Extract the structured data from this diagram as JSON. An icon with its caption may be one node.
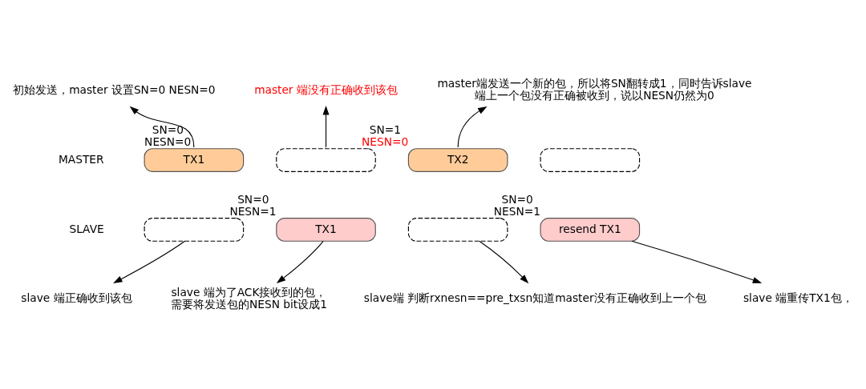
{
  "diagram": {
    "nodes": [
      {
        "text": [
          "初始发送，master 设置SN=0 NESN=0"
        ]
      },
      {
        "text": [
          "master 端没有正确收到该包"
        ]
      },
      {
        "text": [
          "master端发送一个新的包，所以将SN翻转成1，同时告诉slave 端上一个包没有正确被收到，说以NESN仍然为0"
        ]
      },
      {
        "text": [
          "TX1"
        ],
        "beside": [
          "SN=0 NESN=0"
        ]
      },
      {
        "text": [],
        "shape": "box"
      },
      {
        "text": [
          "TX2"
        ],
        "beside": [
          "SN=1",
          "NESN=0"
        ]
      },
      {
        "text": [],
        "shape": "box"
      },
      {
        "text": [],
        "shape": "box"
      },
      {
        "text": [
          "TX1"
        ],
        "beside": [
          "SN=0 NESN=1"
        ]
      },
      {
        "text": [],
        "shape": "box"
      },
      {
        "text": [
          "resend TX1"
        ],
        "beside": [
          "SN=0 NESN=1"
        ]
      },
      {
        "text": [
          "slave 端正确收到该包"
        ]
      },
      {
        "text": [
          "slave 端为了ACK接收到的包，需要将发送包的NESN bit设成1"
        ]
      },
      {
        "text": [
          "slave端 判断rxnesn==pre_txsn知道master没有正确收到上一个包"
        ]
      },
      {
        "text": [
          "slave 端重传TX1包，"
        ]
      }
    ],
    "edges": [
      {
        "from": 3,
        "to": 0,
        "arrow": "to"
      },
      {
        "from": 4,
        "to": 1,
        "arrow": "to"
      },
      {
        "from": 5,
        "to": 2,
        "arrow": "to"
      },
      {
        "from": 7,
        "to": 11,
        "arrow": "to"
      },
      {
        "from": 8,
        "to": 12,
        "arrow": "to"
      },
      {
        "from": 9,
        "to": 13,
        "arrow": "to"
      },
      {
        "from": 10,
        "to": 14,
        "arrow": "to"
      }
    ],
    "labels": [
      "MASTER",
      "SLAVE"
    ]
  }
}
